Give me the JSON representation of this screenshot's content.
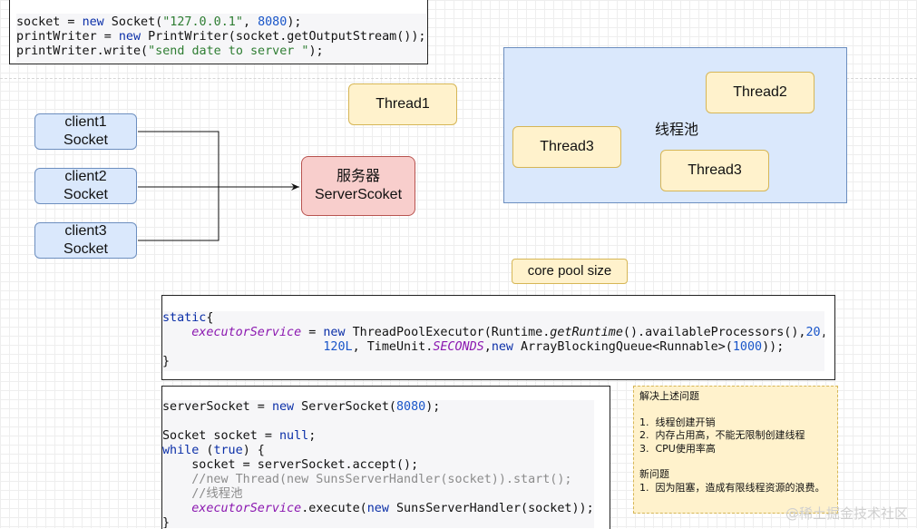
{
  "code_client": {
    "l1": {
      "a": "socket = ",
      "kw": "new",
      "b": " Socket(",
      "s": "\"127.0.0.1\"",
      "c": ", ",
      "n": "8080",
      "d": ");"
    },
    "l2": {
      "a": "printWriter = ",
      "kw": "new",
      "b": " PrintWriter(socket.getOutputStream());"
    },
    "l3": {
      "a": "printWriter.write(",
      "s": "\"send date to server \"",
      "b": ");"
    }
  },
  "clients": [
    {
      "line1": "client1",
      "line2": "Socket"
    },
    {
      "line1": "client2",
      "line2": "Socket"
    },
    {
      "line1": "client3",
      "line2": "Socket"
    }
  ],
  "server": {
    "line1": "服务器",
    "line2": "ServerScoket"
  },
  "thread_outside": "Thread1",
  "pool": {
    "label": "线程池",
    "threads": [
      "Thread2",
      "Thread3",
      "Thread3"
    ]
  },
  "core_pool_size": "core pool size",
  "code_executor": {
    "l1": {
      "kw": "static",
      "b": "{"
    },
    "l2": {
      "it": "executorService",
      "a": " = ",
      "kw": "new",
      "b": " ThreadPoolExecutor(Runtime.",
      "fn": "getRuntime",
      "c": "().availableProcessors(),",
      "n": "20",
      "d": ","
    },
    "l3": {
      "n": "120L",
      "a": ", TimeUnit.",
      "it": "SECONDS",
      "c": ",",
      "kw": "new",
      "b": " ArrayBlockingQueue<Runnable>(",
      "n2": "1000",
      "d": "));"
    },
    "l4": "}"
  },
  "code_server": {
    "l1": {
      "a": "serverSocket = ",
      "kw": "new",
      "b": " ServerSocket(",
      "n": "8080",
      "c": ");"
    },
    "l2": {
      "a": "Socket socket = ",
      "kw": "null",
      "b": ";"
    },
    "l3": {
      "kw": "while",
      "a": " (",
      "kw2": "true",
      "b": ") {"
    },
    "l4": "socket = serverSocket.accept();",
    "l5": "//new Thread(new SunsServerHandler(socket)).start();",
    "l6": "//线程池",
    "l7": {
      "it": "executorService",
      "a": ".execute(",
      "kw": "new",
      "b": " SunsServerHandler(socket));"
    },
    "l8": "}"
  },
  "note": {
    "title": "解决上述问题",
    "items": [
      "1.  线程创建开销",
      "2.  内存占用高，不能无限制创建线程",
      "3.  CPU使用率高"
    ],
    "new_title": "新问题",
    "new_items": [
      "1.  因为阻塞，造成有限线程资源的浪费。"
    ]
  },
  "watermark": "@稀土掘金技术社区"
}
